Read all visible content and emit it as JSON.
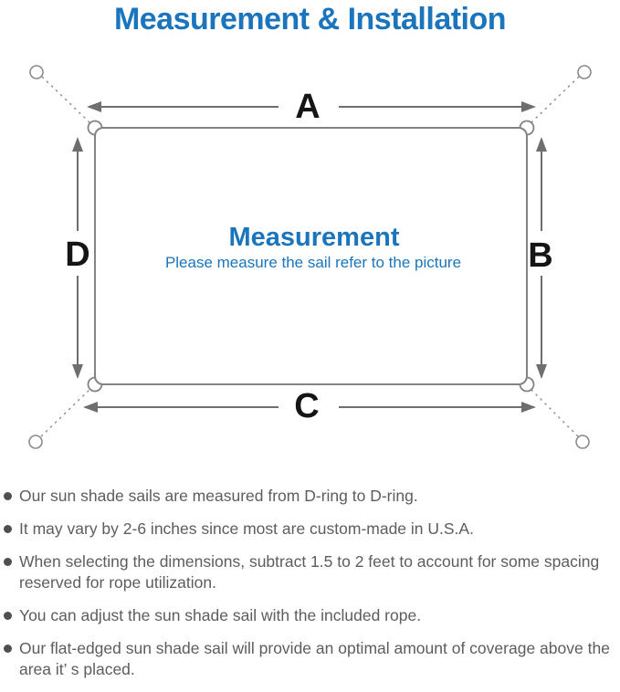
{
  "title": "Measurement & Installation",
  "diagram": {
    "label_a": "A",
    "label_b": "B",
    "label_c": "C",
    "label_d": "D",
    "center_title": "Measurement",
    "center_subtitle": "Please measure the sail refer to the picture"
  },
  "colors": {
    "accent_blue": "#1b75bc",
    "body_gray": "#5d5d5d",
    "line_gray": "#838383",
    "arrow_gray": "#6e6e6e",
    "label_black": "#151515"
  },
  "bullets": [
    "Our sun shade sails are measured from D-ring to D-ring.",
    "It may vary by 2-6 inches since most are custom-made in U.S.A.",
    "When selecting the dimensions, subtract 1.5 to 2 feet to account for some spacing reserved for rope utilization.",
    "You can adjust the sun shade sail with the included rope.",
    "Our flat-edged sun shade sail will provide an optimal amount of coverage above the area it’ s placed."
  ]
}
